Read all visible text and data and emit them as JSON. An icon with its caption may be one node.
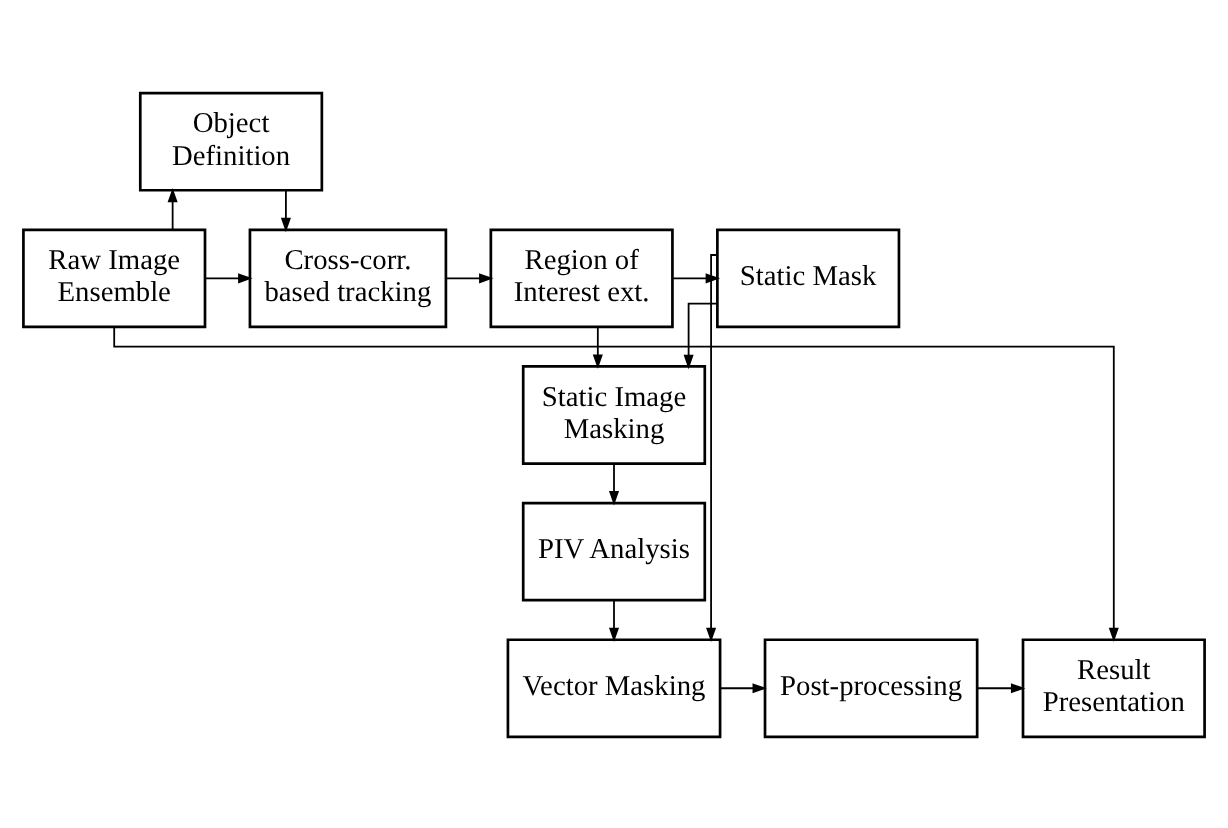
{
  "diagram": {
    "nodes": [
      {
        "text": [
          "Object Definition"
        ]
      },
      {
        "text": [
          "Raw Image Ensemble"
        ]
      },
      {
        "text": [
          "Cross-corr. based tracking"
        ]
      },
      {
        "text": [
          "Region of Interest ext."
        ]
      },
      {
        "text": [
          "Static Mask"
        ]
      },
      {
        "text": [
          "Static Image Masking"
        ]
      },
      {
        "text": [
          "PIV Analysis"
        ]
      },
      {
        "text": [
          "Result Presentation"
        ]
      },
      {
        "text": [
          "Post-processing"
        ]
      },
      {
        "text": [
          "Vector Masking"
        ]
      }
    ],
    "edges": [
      {
        "from": 1,
        "to": 0,
        "arrow": "to"
      },
      {
        "from": 0,
        "to": 2,
        "arrow": "to"
      },
      {
        "from": 1,
        "to": 2,
        "arrow": "to"
      },
      {
        "from": 2,
        "to": 3,
        "arrow": "to"
      },
      {
        "from": 3,
        "to": 4,
        "arrow": "to"
      },
      {
        "from": 3,
        "to": 5,
        "arrow": "to"
      },
      {
        "from": 4,
        "to": 5,
        "arrow": "to"
      },
      {
        "from": 5,
        "to": 6,
        "arrow": "to"
      },
      {
        "from": 6,
        "to": 9,
        "arrow": "to"
      },
      {
        "from": 4,
        "to": 9,
        "arrow": "to"
      },
      {
        "from": 9,
        "to": 8,
        "arrow": "to"
      },
      {
        "from": 8,
        "to": 7,
        "arrow": "to"
      },
      {
        "from": 1,
        "to": 7,
        "arrow": "to"
      }
    ]
  }
}
